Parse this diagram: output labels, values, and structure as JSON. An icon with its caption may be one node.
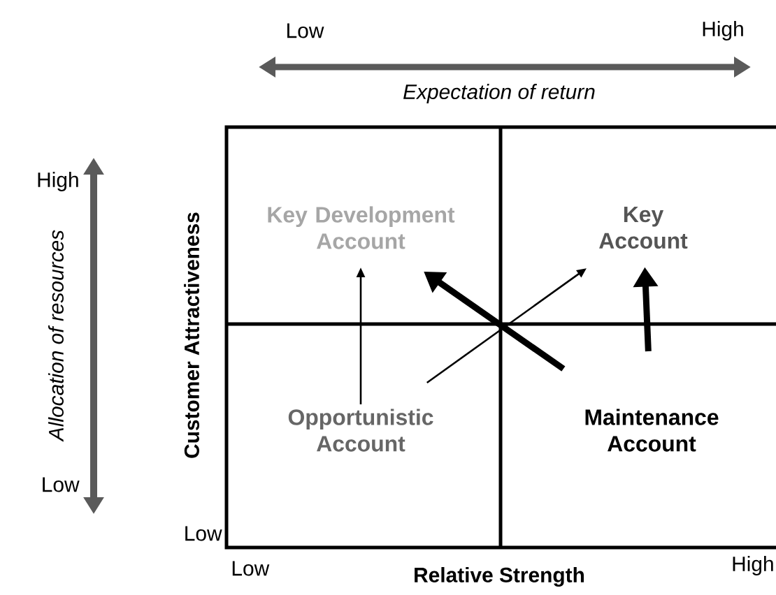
{
  "diagram": {
    "nodes": [
      {
        "text": [
          "Key Development Account"
        ]
      },
      {
        "text": [
          "Key Account"
        ]
      },
      {
        "text": [
          "Opportunistic Account"
        ]
      },
      {
        "text": [
          "Maintenance Account"
        ]
      }
    ],
    "edges": [
      {
        "from": 2,
        "to": 0,
        "arrow": "to"
      },
      {
        "from": 2,
        "to": 1,
        "arrow": "to"
      },
      {
        "from": 3,
        "to": 0,
        "arrow": "to",
        "style": "thick"
      },
      {
        "from": 3,
        "to": 1,
        "arrow": "to",
        "style": "thick"
      }
    ],
    "labels": [
      "Low",
      "High",
      "Expectation of return",
      "High",
      "Low",
      "Allocation of resources",
      "Customer Attractiveness",
      "Low",
      "Low",
      "Relative Strength",
      "High"
    ]
  }
}
